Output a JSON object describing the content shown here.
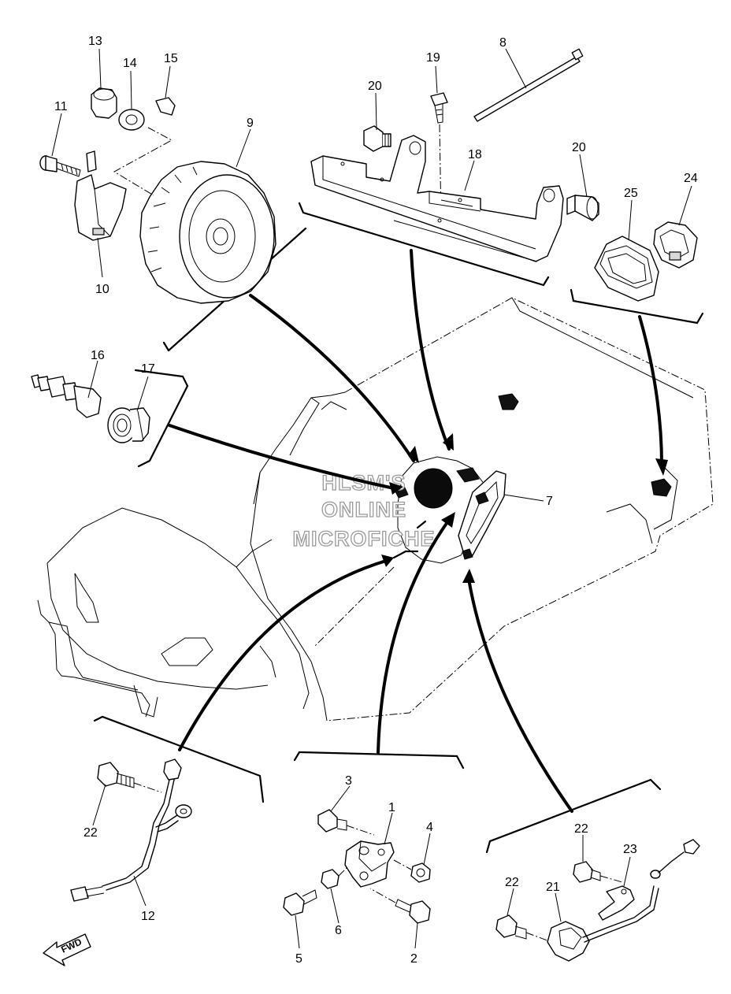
{
  "watermark": {
    "line1": "HLSM'S",
    "line2": "ONLINE",
    "line3": "MICROFICHE"
  },
  "direction_label": "FWD",
  "callouts": {
    "c1": "1",
    "c2": "2",
    "c3": "3",
    "c4": "4",
    "c5": "5",
    "c6": "6",
    "c7": "7",
    "c8": "8",
    "c9": "9",
    "c10": "10",
    "c11": "11",
    "c12": "12",
    "c13": "13",
    "c14": "14",
    "c15": "15",
    "c16": "16",
    "c17": "17",
    "c18": "18",
    "c19": "19",
    "c20a": "20",
    "c20b": "20",
    "c21": "21",
    "c22a": "22",
    "c22b": "22",
    "c22c": "22",
    "c23": "23",
    "c24": "24",
    "c25": "25"
  }
}
